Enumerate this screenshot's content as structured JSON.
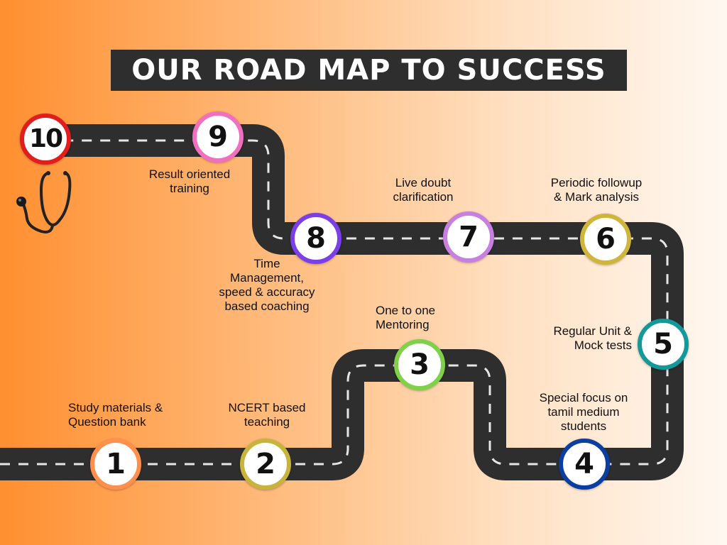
{
  "title": "OUR ROAD MAP TO SUCCESS",
  "colors": {
    "road": "#2e2e2e",
    "dash": "#e6e6e6"
  },
  "steps": [
    {
      "number": "1",
      "label": "Study materials &\nQuestion bank",
      "ring_color": "#ff8f4a"
    },
    {
      "number": "2",
      "label": "NCERT based\nteaching",
      "ring_color": "#c8b43c"
    },
    {
      "number": "3",
      "label": "One to one\nMentoring",
      "ring_color": "#7fd14a"
    },
    {
      "number": "4",
      "label": "Special focus on\ntamil medium\nstudents",
      "ring_color": "#0a3ea0"
    },
    {
      "number": "5",
      "label": "Regular Unit &\nMock tests",
      "ring_color": "#14999a"
    },
    {
      "number": "6",
      "label": "Periodic followup\n& Mark analysis",
      "ring_color": "#cfb53a"
    },
    {
      "number": "7",
      "label": "Live doubt\nclarification",
      "ring_color": "#c77fe0"
    },
    {
      "number": "8",
      "label": "Time\nManagement,\nspeed & accuracy\nbased coaching",
      "ring_color": "#7c3ee8"
    },
    {
      "number": "9",
      "label": "Result oriented\ntraining",
      "ring_color": "#f06fbf"
    },
    {
      "number": "10",
      "label": "",
      "ring_color": "#e21d1d"
    }
  ],
  "icons": {
    "goal": "stethoscope-icon"
  }
}
